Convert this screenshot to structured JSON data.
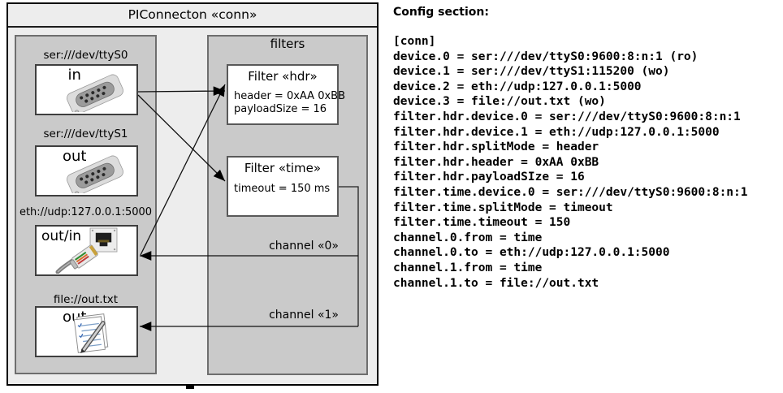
{
  "diagram": {
    "title": "PIConnecton «conn»",
    "devices": [
      {
        "label": "ser:///dev/ttyS0",
        "direction": "in",
        "icon": "serial-connector-icon"
      },
      {
        "label": "ser:///dev/ttyS1",
        "direction": "out",
        "icon": "serial-connector-icon"
      },
      {
        "label": "eth://udp:127.0.0.1:5000",
        "direction": "out/in",
        "icon": "ethernet-icon"
      },
      {
        "label": "file://out.txt",
        "direction": "out",
        "icon": "notepad-icon"
      }
    ],
    "filters": {
      "title": "filters",
      "items": [
        {
          "title": "Filter «hdr»",
          "props": [
            "header = 0xAA 0xBB",
            "payloadSize = 16"
          ]
        },
        {
          "title": "Filter «time»",
          "props": [
            "timeout = 150 ms"
          ]
        }
      ]
    },
    "channels": [
      {
        "label": "channel «0»"
      },
      {
        "label": "channel «1»"
      }
    ],
    "colors": {
      "outer_bg": "#ededed",
      "container_bg": "#cacaca",
      "box_bg": "#ffffff",
      "outer_border": "#000000",
      "container_border": "#6e6e6e",
      "line_color": "#111111"
    }
  },
  "config": {
    "heading": "Config section:",
    "lines": [
      "[conn]",
      "device.0 = ser:///dev/ttyS0:9600:8:n:1 (ro)",
      "device.1 = ser:///dev/ttyS1:115200 (wo)",
      "device.2 = eth://udp:127.0.0.1:5000",
      "device.3 = file://out.txt (wo)",
      "filter.hdr.device.0 = ser:///dev/ttyS0:9600:8:n:1",
      "filter.hdr.device.1 = eth://udp:127.0.0.1:5000",
      "filter.hdr.splitMode = header",
      "filter.hdr.header = 0xAA 0xBB",
      "filter.hdr.payloadSIze = 16",
      "filter.time.device.0 = ser:///dev/ttyS0:9600:8:n:1",
      "filter.time.splitMode = timeout",
      "filter.time.timeout = 150",
      "channel.0.from = time",
      "channel.0.to = eth://udp:127.0.0.1:5000",
      "channel.1.from = time",
      "channel.1.to = file://out.txt"
    ]
  }
}
